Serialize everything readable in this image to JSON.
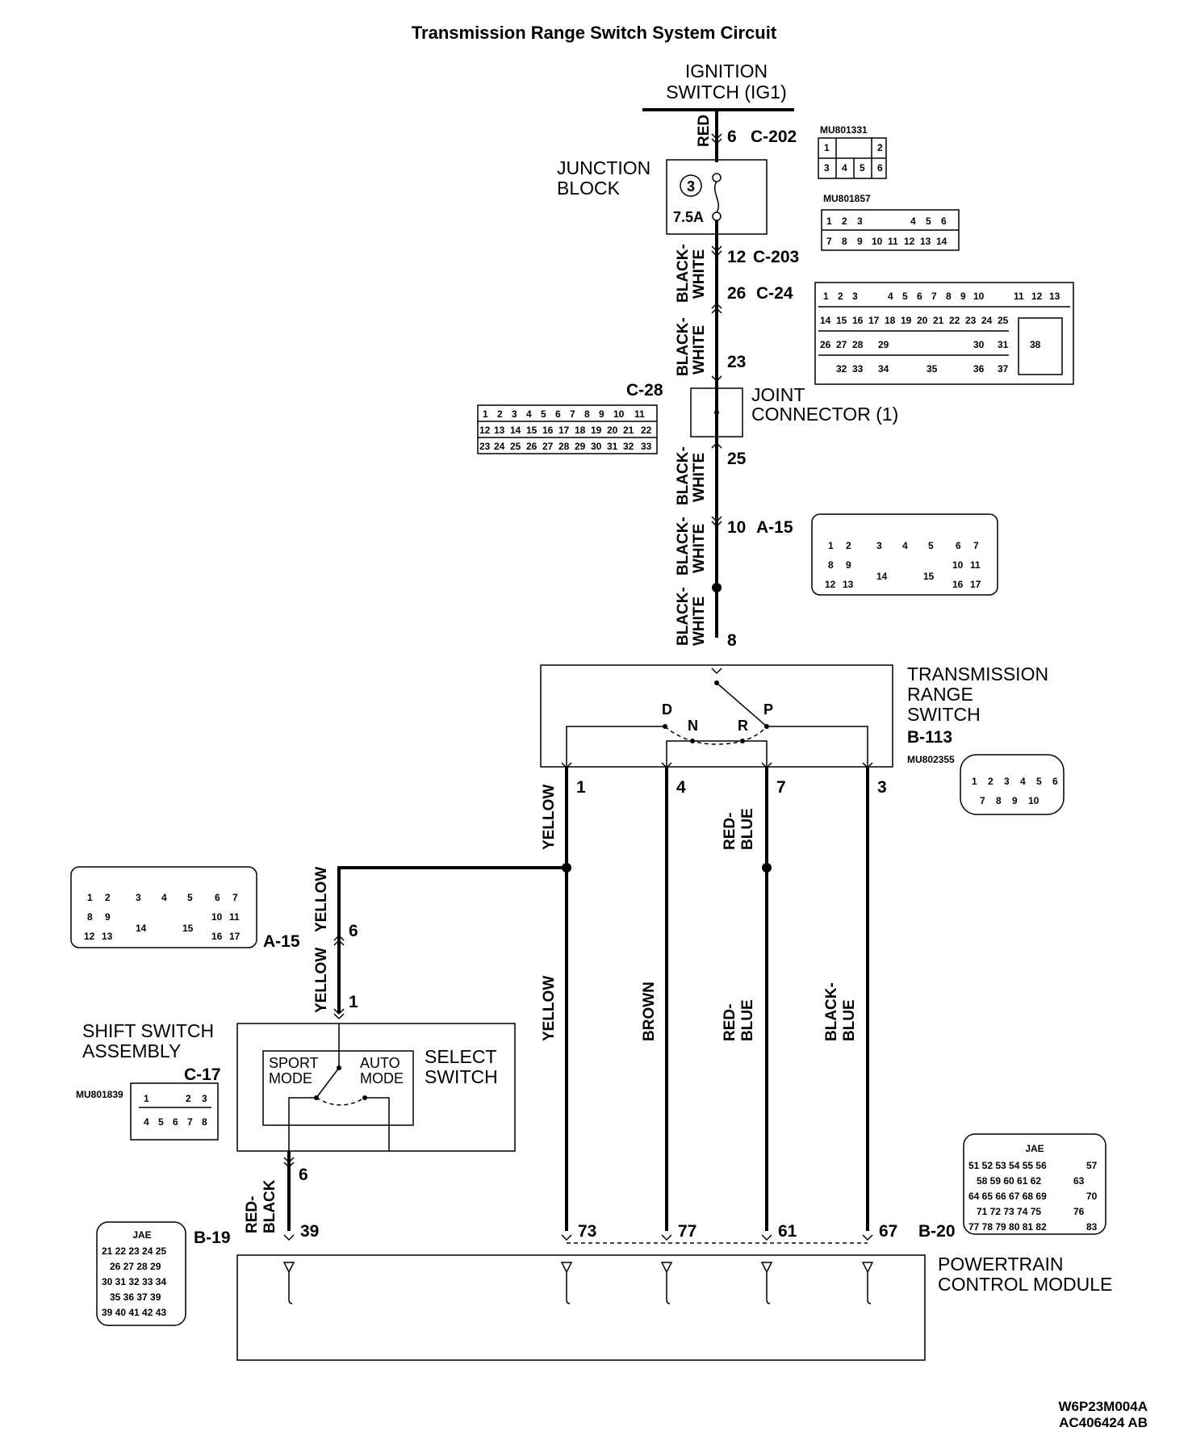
{
  "title": "Transmission Range Switch System Circuit",
  "ignition": {
    "line1": "IGNITION",
    "line2": "SWITCH (IG1)"
  },
  "junction_block": {
    "line1": "JUNCTION",
    "line2": "BLOCK",
    "fuse_no": "3",
    "fuse_rating": "7.5A"
  },
  "joint_connector": {
    "line1": "JOINT",
    "line2": "CONNECTOR (1)",
    "id": "C-28"
  },
  "trs": {
    "line1": "TRANSMISSION",
    "line2": "RANGE",
    "line3": "SWITCH",
    "id": "B-113",
    "part": "MU802355",
    "pos_d": "D",
    "pos_n": "N",
    "pos_r": "R",
    "pos_p": "P"
  },
  "shift_switch": {
    "line1": "SHIFT SWITCH",
    "line2": "ASSEMBLY",
    "id": "C-17",
    "part": "MU801839",
    "select_line1": "SELECT",
    "select_line2": "SWITCH",
    "sport_line1": "SPORT",
    "sport_line2": "MODE",
    "auto_line1": "AUTO",
    "auto_line2": "MODE"
  },
  "pcm": {
    "line1": "POWERTRAIN",
    "line2": "CONTROL MODULE",
    "conn_b19": "B-19",
    "conn_b20": "B-20"
  },
  "connectors": {
    "c202": "C-202",
    "c203": "C-203",
    "c24": "C-24",
    "a15": "A-15",
    "a15_left": "A-15",
    "mu801331": "MU801331",
    "mu801857": "MU801857",
    "jae": "JAE",
    "jae2": "JAE"
  },
  "pins": {
    "p6_c202": "6",
    "p12_c203": "12",
    "p26_c24": "26",
    "p23": "23",
    "p25": "25",
    "p10_a15": "10",
    "p8": "8",
    "t1": "1",
    "t4": "4",
    "t7": "7",
    "t3": "3",
    "a15_6": "6",
    "c17_1": "1",
    "c17_6": "6",
    "pcm39": "39",
    "pcm73": "73",
    "pcm77": "77",
    "pcm61": "61",
    "pcm67": "67"
  },
  "wires": {
    "red": "RED",
    "bw1a": "BLACK-",
    "bw1b": "WHITE",
    "bw2a": "BLACK-",
    "bw2b": "WHITE",
    "bw3a": "BLACK-",
    "bw3b": "WHITE",
    "bw4a": "BLACK-",
    "bw4b": "WHITE",
    "bw5a": "BLACK-",
    "bw5b": "WHITE",
    "yellow1": "YELLOW",
    "yellow2": "YELLOW",
    "yellow3": "YELLOW",
    "yellow4": "YELLOW",
    "rb1a": "RED-",
    "rb1b": "BLUE",
    "brown": "BROWN",
    "rb2a": "RED-",
    "rb2b": "BLUE",
    "bbla": "BLACK-",
    "bblb": "BLUE",
    "rblka": "RED-",
    "rblkb": "BLACK"
  },
  "footer": {
    "code1": "W6P23M004A",
    "code2": "AC406424 AB"
  }
}
